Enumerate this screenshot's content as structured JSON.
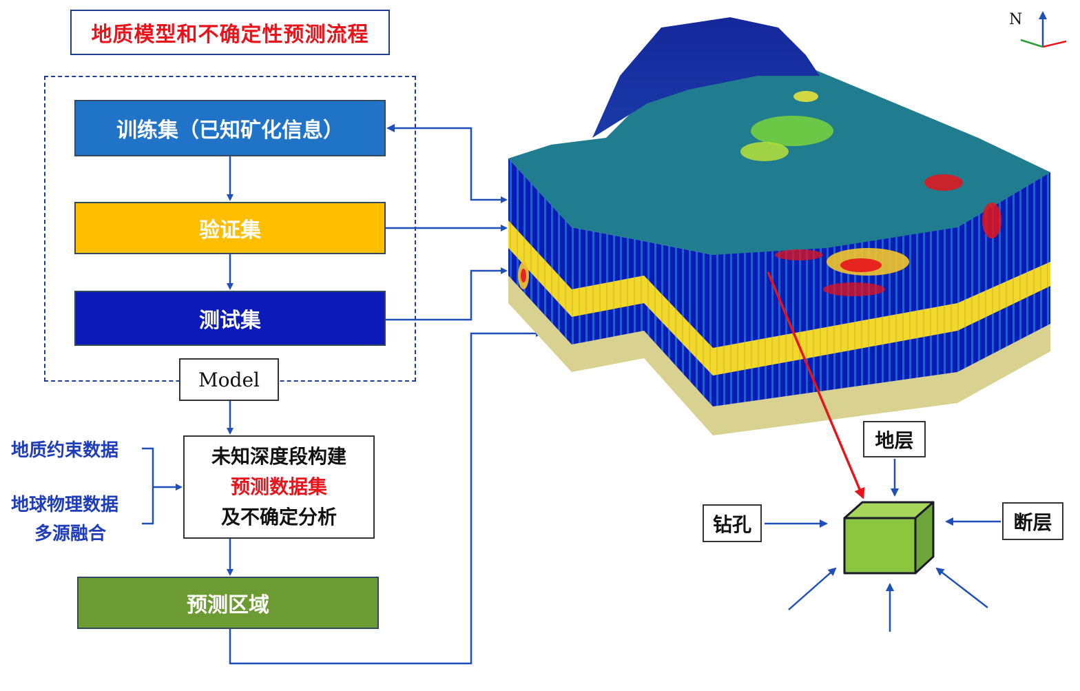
{
  "title": "地质模型和不确定性预测流程",
  "flow": {
    "training": "训练集（已知矿化信息）",
    "validation": "验证集",
    "test": "测试集",
    "model": "Model",
    "prediction": {
      "line1": "未知深度段构建",
      "line2": "预测数据集",
      "line3": "及不确定分析"
    },
    "region": "预测区域"
  },
  "inputs": {
    "geo_constraint": "地质约束数据",
    "geophysics": "地球物理数据",
    "multi_source": "多源融合"
  },
  "voxel": {
    "stratum": "地层",
    "drill": "钻孔",
    "fault": "断层"
  },
  "compass": {
    "north": "N"
  },
  "colors": {
    "title_red": "#e8141b",
    "frame_blue": "#1f3d8f",
    "training_blue": "#1f74c7",
    "validation_yellow": "#ffbf00",
    "test_navy": "#0b1ab8",
    "region_green": "#6d9b33",
    "cube_green": "#8cc63f"
  }
}
